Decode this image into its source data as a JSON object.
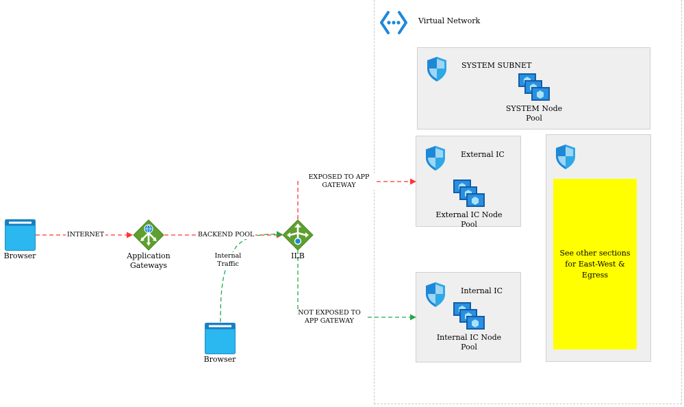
{
  "vnet": {
    "title": "Virtual Network"
  },
  "subnets": {
    "system": {
      "title": "SYSTEM SUBNET",
      "pool_line1": "SYSTEM Node",
      "pool_line2": "Pool"
    },
    "external": {
      "title": "External IC",
      "pool_line1": "External IC Node",
      "pool_line2": "Pool"
    },
    "internal": {
      "title": "Internal IC",
      "pool_line1": "Internal IC Node",
      "pool_line2": "Pool"
    },
    "other": {
      "note": "See other sections\nfor East-West &\nEgress"
    }
  },
  "nodes": {
    "browser_left": "Browser",
    "app_gateway_line1": "Application",
    "app_gateway_line2": "Gateways",
    "ilb": "ILB",
    "browser_bottom": "Browser"
  },
  "edges": {
    "internet": "INTERNET",
    "backend_pool": "BACKEND POOL",
    "internal_traffic_line1": "Internal",
    "internal_traffic_line2": "Traffic",
    "exposed_line1": "EXPOSED TO APP",
    "exposed_line2": "GATEWAY",
    "not_exposed_line1": "NOT EXPOSED TO",
    "not_exposed_line2": "APP GATEWAY"
  },
  "colors": {
    "red_arrow": "#ff3333",
    "green_arrow": "#22aa44",
    "azure_blue": "#1e88d8",
    "gateway_green": "#5ea02f",
    "highlight": "#ffff00"
  }
}
